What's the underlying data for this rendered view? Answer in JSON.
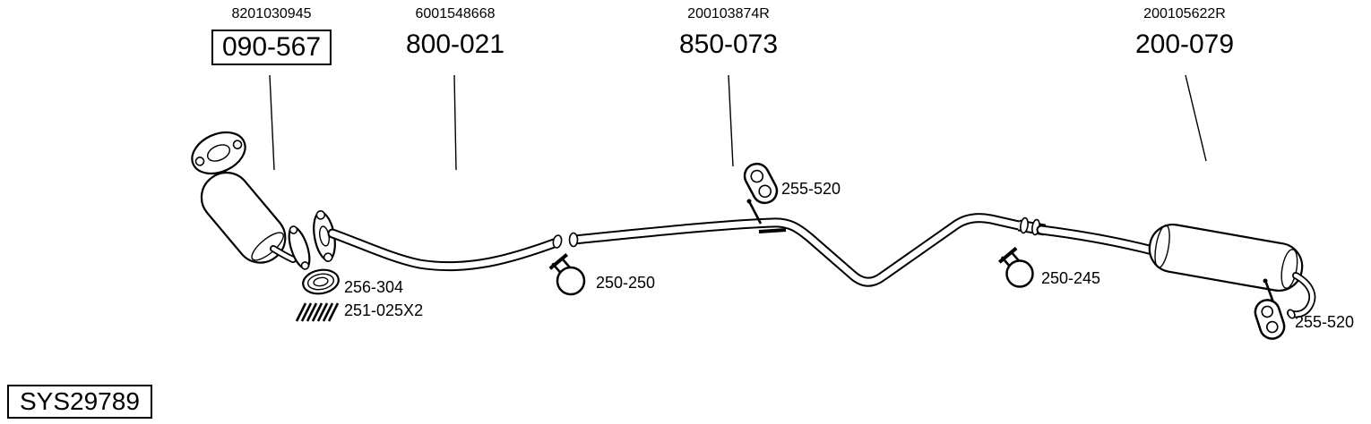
{
  "colors": {
    "background": "#ffffff",
    "line": "#000000"
  },
  "system": {
    "code": "SYS29789"
  },
  "main_parts": [
    {
      "oem": "8201030945",
      "code": "090-567",
      "boxed": true,
      "component": "catalytic-converter"
    },
    {
      "oem": "6001548668",
      "code": "800-021",
      "boxed": false,
      "component": "front-pipe-with-flange"
    },
    {
      "oem": "200103874R",
      "code": "850-073",
      "boxed": false,
      "component": "center-pipe"
    },
    {
      "oem": "200105622R",
      "code": "200-079",
      "boxed": false,
      "component": "rear-silencer-with-tailpipe"
    }
  ],
  "small_parts": [
    {
      "code": "256-304",
      "icon": "gasket-ring-icon"
    },
    {
      "code": "251-025X2",
      "icon": "spring-icon"
    },
    {
      "code": "250-250",
      "icon": "pipe-clamp-icon"
    },
    {
      "code": "255-520",
      "icon": "rubber-hanger-icon"
    },
    {
      "code": "250-245",
      "icon": "pipe-clamp-icon"
    },
    {
      "code": "255-520",
      "icon": "rubber-hanger-icon"
    }
  ]
}
